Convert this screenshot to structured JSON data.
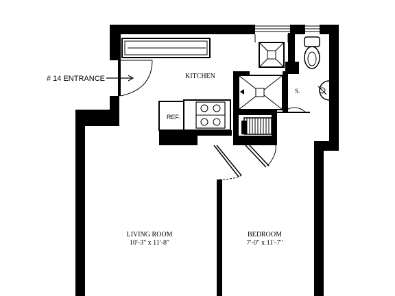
{
  "floorplan": {
    "entrance_label": "# 14 ENTRANCE",
    "rooms": {
      "kitchen": {
        "name": "KITCHEN"
      },
      "living_room": {
        "name": "LIVING ROOM",
        "dimensions": "10'-3\" x 11'-8\""
      },
      "bedroom": {
        "name": "BEDROOM",
        "dimensions": "7'-0\" x 11'-7\""
      }
    },
    "fixtures": {
      "refrigerator": "REF.",
      "bath_s": "S."
    }
  }
}
